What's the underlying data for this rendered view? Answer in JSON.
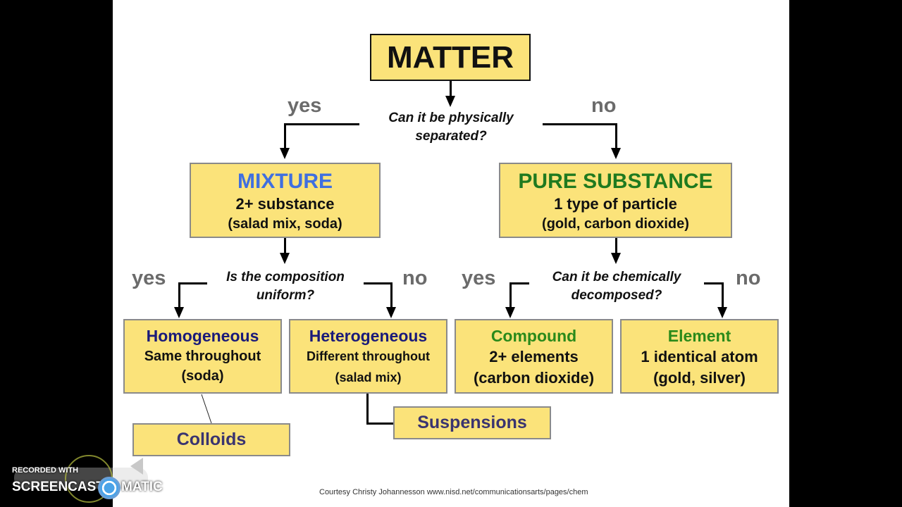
{
  "diagram": {
    "root": {
      "label": "MATTER"
    },
    "q1": {
      "line1": "Can it be physically",
      "line2": "separated?",
      "yes": "yes",
      "no": "no"
    },
    "mixture": {
      "title": "MIXTURE",
      "line1": "2+ substance",
      "line2": "(salad mix, soda)",
      "title_color": "#3f6fe0"
    },
    "pure": {
      "title": "PURE SUBSTANCE",
      "line1": "1 type of particle",
      "line2": "(gold, carbon dioxide)",
      "title_color": "#1f7a1f"
    },
    "q2": {
      "line1": "Is the composition",
      "line2": "uniform?",
      "yes": "yes",
      "no": "no"
    },
    "q3": {
      "line1": "Can it be chemically",
      "line2": "decomposed?",
      "yes": "yes",
      "no": "no"
    },
    "homogeneous": {
      "title": "Homogeneous",
      "line1": "Same throughout",
      "line2": "(soda)",
      "title_color": "#1a1a7a"
    },
    "heterogeneous": {
      "title": "Heterogeneous",
      "line1": "Different throughout",
      "line2": "(salad mix)",
      "title_color": "#1a1a7a"
    },
    "compound": {
      "title": "Compound",
      "line1": "2+ elements",
      "line2": "(carbon dioxide)",
      "title_color": "#2a8a1a"
    },
    "element": {
      "title": "Element",
      "line1": "1 identical atom",
      "line2": "(gold, silver)",
      "title_color": "#2a8a1a"
    },
    "colloids": {
      "label": "Colloids",
      "color": "#3a3470"
    },
    "suspensions": {
      "label": "Suspensions",
      "color": "#3a3470"
    }
  },
  "footer": {
    "credit": "Courtesy Christy Johannesson www.nisd.net/communicationsarts/pages/chem"
  },
  "watermark": {
    "line1": "RECORDED WITH",
    "line2": "SCREENCAST",
    "line3": "MATIC"
  },
  "colors": {
    "box_fill": "#fbe37a",
    "box_border": "#8a8a8a",
    "answer_gray": "#6b6b6b"
  }
}
